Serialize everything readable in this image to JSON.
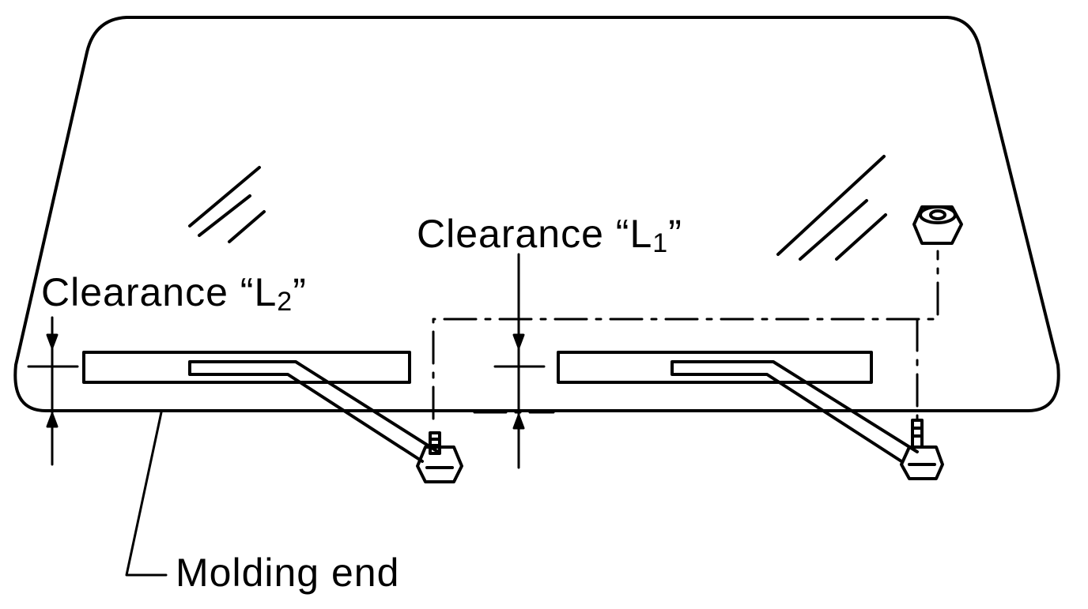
{
  "diagram": {
    "labels": {
      "clearance_l1": {
        "prefix": "Clearance “L",
        "sub": "1",
        "suffix": "”"
      },
      "clearance_l2": {
        "prefix": "Clearance “L",
        "sub": "2",
        "suffix": "”"
      },
      "molding_end": "Molding end"
    },
    "colors": {
      "ink": "#000000",
      "paper": "#ffffff"
    }
  }
}
